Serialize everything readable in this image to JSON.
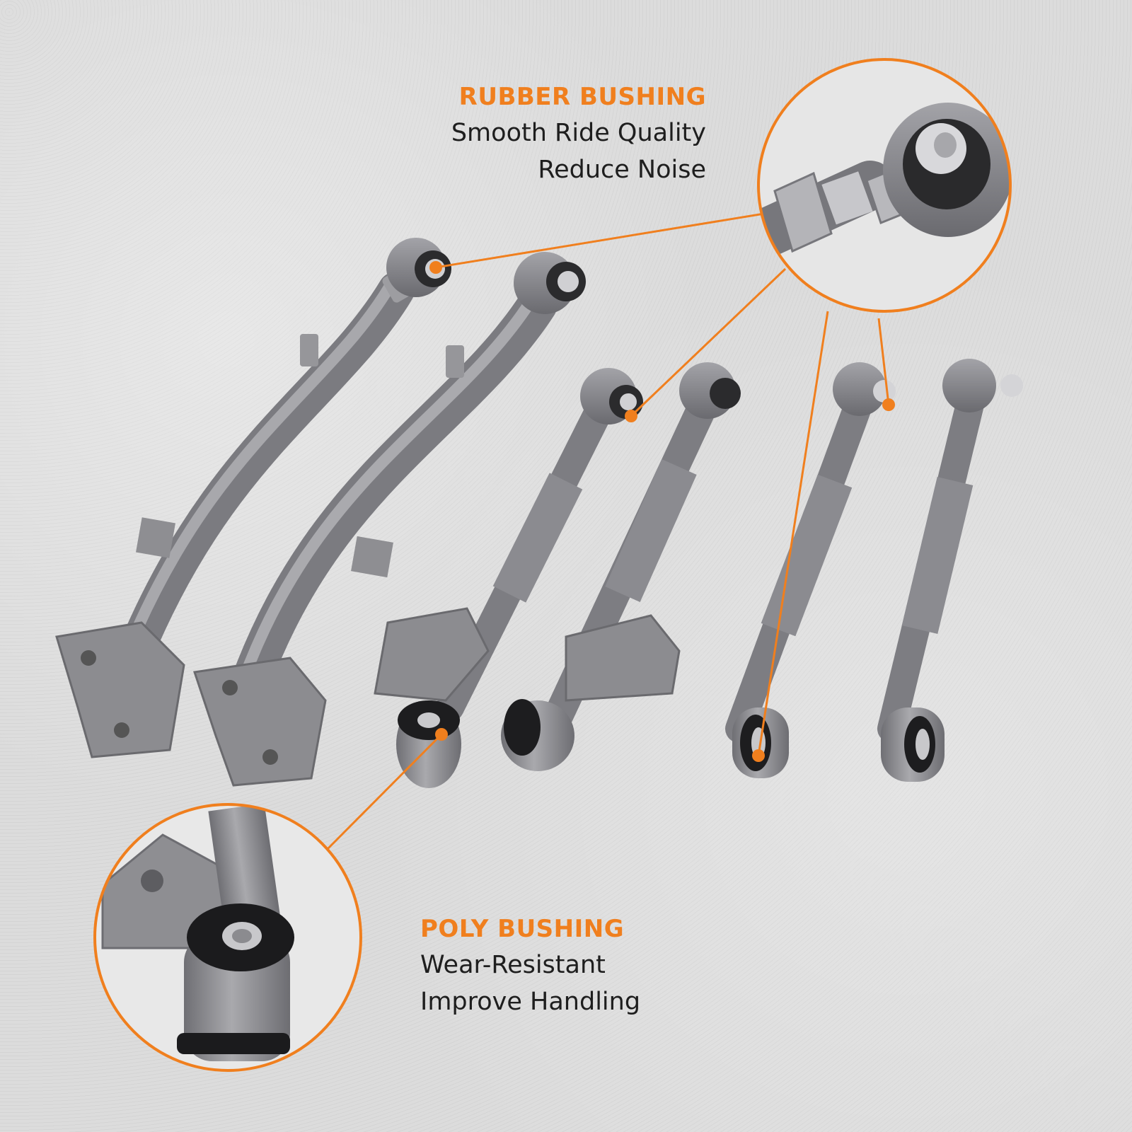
{
  "colors": {
    "accent": "#f07f1e",
    "text": "#1e1e1e",
    "metal": "#8f8f93",
    "background": "#dcdcdc"
  },
  "callouts": {
    "rubber": {
      "title": "RUBBER BUSHING",
      "line1": "Smooth Ride Quality",
      "line2": "Reduce Noise"
    },
    "poly": {
      "title": "POLY BUSHING",
      "line1": "Wear-Resistant",
      "line2": "Improve Handling"
    }
  }
}
